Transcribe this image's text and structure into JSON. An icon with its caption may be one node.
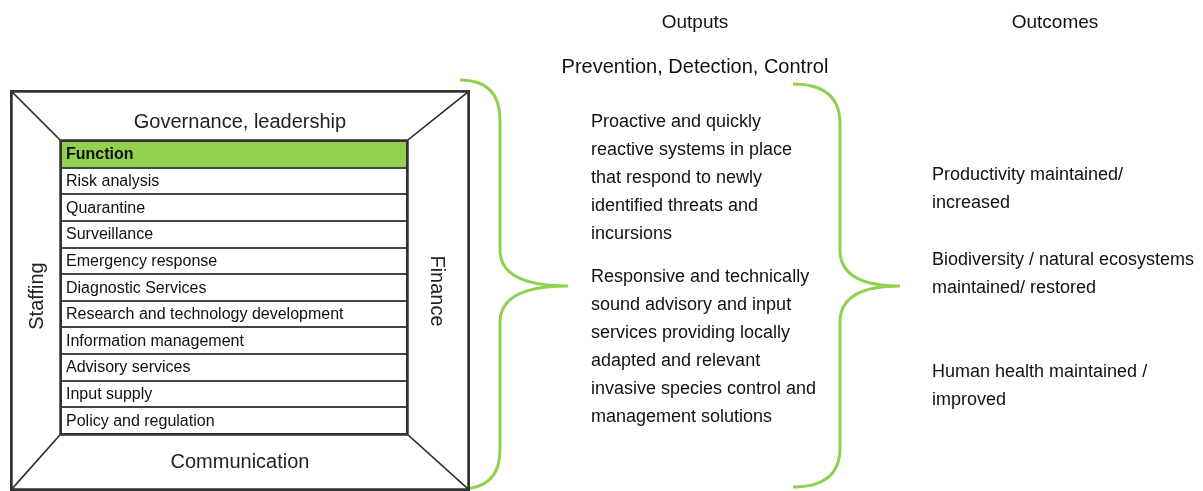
{
  "diagram": {
    "nodes": [
      {
        "text": [],
        "shape": "box"
      },
      {
        "text": [
          "Governance, leadership"
        ],
        "in": 0
      },
      {
        "text": [
          "Staffing"
        ],
        "in": 0
      },
      {
        "text": [
          "Finance"
        ],
        "in": 0
      },
      {
        "text": [
          "Communication"
        ],
        "in": 0
      },
      {
        "text": [],
        "shape": "box",
        "in": 0
      },
      {
        "text": [
          "Function"
        ],
        "in": 5
      },
      {
        "text": [
          "Risk analysis"
        ],
        "in": 5
      },
      {
        "text": [
          "Quarantine"
        ],
        "in": 5
      },
      {
        "text": [
          "Surveillance"
        ],
        "in": 5
      },
      {
        "text": [
          "Emergency response"
        ],
        "in": 5
      },
      {
        "text": [
          "Diagnostic Services"
        ],
        "in": 5
      },
      {
        "text": [
          "Research and technology development"
        ],
        "in": 5
      },
      {
        "text": [
          "Information management"
        ],
        "in": 5
      },
      {
        "text": [
          "Advisory services"
        ],
        "in": 5
      },
      {
        "text": [
          "Input supply"
        ],
        "in": 5
      },
      {
        "text": [
          "Policy and regulation"
        ],
        "in": 5
      }
    ],
    "labels": [
      "Outputs",
      "Outcomes",
      "Prevention, Detection, Control",
      "Proactive and quickly reactive systems in place that respond to newly identified threats and incursions",
      "Productivity maintained/ increased",
      "Biodiversity / natural ecosystems maintained/ restored",
      "Responsive and technically sound advisory and input services providing locally adapted and relevant invasive species control and management solutions",
      "Human health maintained / improved"
    ]
  }
}
